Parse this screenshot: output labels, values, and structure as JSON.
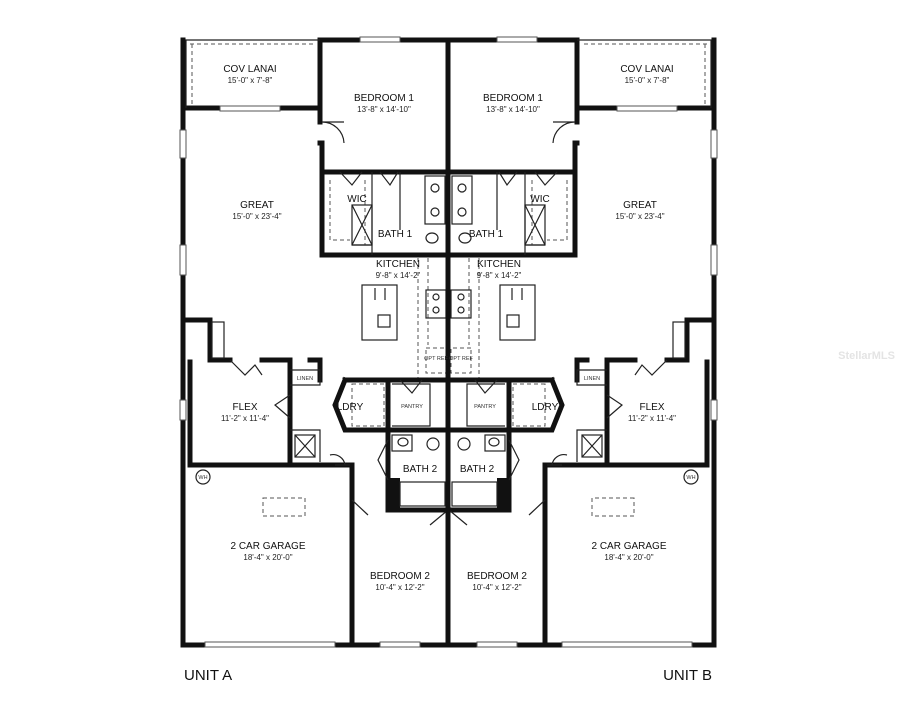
{
  "rooms_unit_a": {
    "cov_lanai": {
      "name": "COV LANAI",
      "dims": "15'-0\" x 7'-8\""
    },
    "bedroom_1": {
      "name": "BEDROOM 1",
      "dims": "13'-8\" x 14'-10\""
    },
    "great": {
      "name": "GREAT",
      "dims": "15'-0\" x 23'-4\""
    },
    "wic": {
      "name": "WIC"
    },
    "bath_1": {
      "name": "BATH 1"
    },
    "kitchen": {
      "name": "KITCHEN",
      "dims": "9'-8\" x 14'-2\""
    },
    "flex": {
      "name": "FLEX",
      "dims": "11'-2\" x 11'-4\""
    },
    "linen": {
      "name": "LINEN"
    },
    "ldry": {
      "name": "LDRY"
    },
    "pantry": {
      "name": "PANTRY"
    },
    "opt_ref": {
      "name": "OPT REF"
    },
    "bath_2": {
      "name": "BATH 2"
    },
    "garage": {
      "name": "2 CAR GARAGE",
      "dims": "18'-4\" x 20'-0\""
    },
    "wh": {
      "name": "WH"
    },
    "bedroom_2": {
      "name": "BEDROOM 2",
      "dims": "10'-4\" x 12'-2\""
    }
  },
  "rooms_unit_b": {
    "cov_lanai": {
      "name": "COV LANAI",
      "dims": "15'-0\" x 7'-8\""
    },
    "bedroom_1": {
      "name": "BEDROOM 1",
      "dims": "13'-8\" x 14'-10\""
    },
    "great": {
      "name": "GREAT",
      "dims": "15'-0\" x 23'-4\""
    },
    "wic": {
      "name": "WIC"
    },
    "bath_1": {
      "name": "BATH 1"
    },
    "kitchen": {
      "name": "KITCHEN",
      "dims": "9'-8\" x 14'-2\""
    },
    "flex": {
      "name": "FLEX",
      "dims": "11'-2\" x 11'-4\""
    },
    "linen": {
      "name": "LINEN"
    },
    "ldry": {
      "name": "LDRY"
    },
    "pantry": {
      "name": "PANTRY"
    },
    "opt_ref": {
      "name": "OPT REF"
    },
    "bath_2": {
      "name": "BATH 2"
    },
    "garage": {
      "name": "2 CAR GARAGE",
      "dims": "18'-4\" x 20'-0\""
    },
    "wh": {
      "name": "WH"
    },
    "bedroom_2": {
      "name": "BEDROOM 2",
      "dims": "10'-4\" x 12'-2\""
    }
  },
  "labels": {
    "unit_a": "UNIT A",
    "unit_b": "UNIT B"
  },
  "watermark": "StellarMLS"
}
